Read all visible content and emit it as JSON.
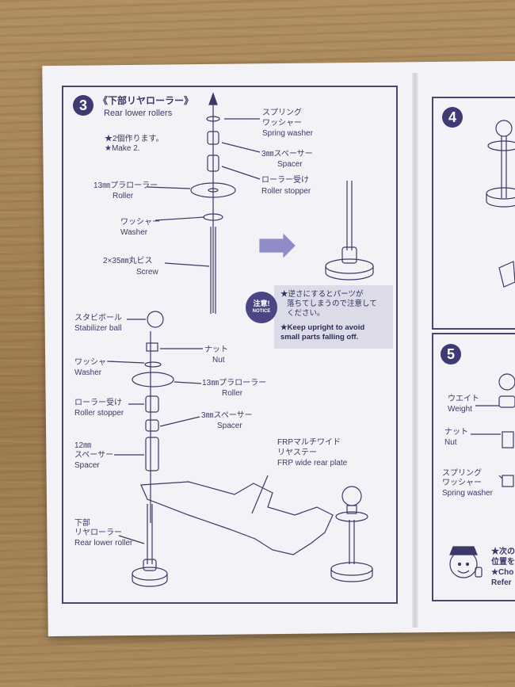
{
  "step3": {
    "number": "3",
    "title_jp": "《下部リヤローラー》",
    "title_en": "Rear lower rollers",
    "make_jp": "★2個作ります。",
    "make_en": "★Make 2.",
    "labels": {
      "spring_washer_jp1": "スプリング",
      "spring_washer_jp2": "ワッシャー",
      "spring_washer_en": "Spring washer",
      "spacer3_jp": "3㎜スペーサー",
      "spacer3_en": "Spacer",
      "roller_stopper_jp": "ローラー受け",
      "roller_stopper_en": "Roller stopper",
      "roller13_jp": "13㎜プラローラー",
      "roller13_en": "Roller",
      "washer_jp": "ワッシャー",
      "washer_en": "Washer",
      "screw_jp": "2×35㎜丸ビス",
      "screw_en": "Screw"
    },
    "notice": {
      "badge_jp": "注意!",
      "badge_en": "NOTICE",
      "text_jp_1": "★逆さにするとパーツが",
      "text_jp_2": "落ちてしまうので注意して",
      "text_jp_3": "ください。",
      "text_en_1": "★Keep upright to avoid",
      "text_en_2": "small parts falling off."
    },
    "lower_labels": {
      "stab_jp": "スタビボール",
      "stab_en": "Stabilizer ball",
      "nut_jp": "ナット",
      "nut_en": "Nut",
      "washer_jp": "ワッシャー",
      "washer_en": "Washer",
      "roller13_jp": "13㎜プラローラー",
      "roller13_en": "Roller",
      "roller_stopper_jp": "ローラー受け",
      "roller_stopper_en": "Roller stopper",
      "spacer3_jp": "3㎜スペーサー",
      "spacer3_en": "Spacer",
      "spacer12_jp1": "12㎜",
      "spacer12_jp2": "スペーサー",
      "spacer12_en": "Spacer",
      "frp_jp1": "FRPマルチワイド",
      "frp_jp2": "リヤステー",
      "frp_en": "FRP wide rear plate",
      "rear_lower_jp1": "下部",
      "rear_lower_jp2": "リヤローラー",
      "rear_lower_en": "Rear lower roller"
    }
  },
  "step4": {
    "number": "4"
  },
  "step5": {
    "number": "5",
    "weight_jp": "ウエイト",
    "weight_en": "Weight",
    "nut_jp": "ナット",
    "nut_en": "Nut",
    "spring_jp1": "スプリング",
    "spring_jp2": "ワッシャー",
    "spring_en": "Spring washer",
    "cut_jp1": "★次の",
    "cut_jp2": "位置を",
    "cut_en1": "★Cho",
    "cut_en2": "Refer"
  },
  "colors": {
    "ink": "#3c3869",
    "paper": "#f3f2f6",
    "accent": "#3f3a74"
  }
}
